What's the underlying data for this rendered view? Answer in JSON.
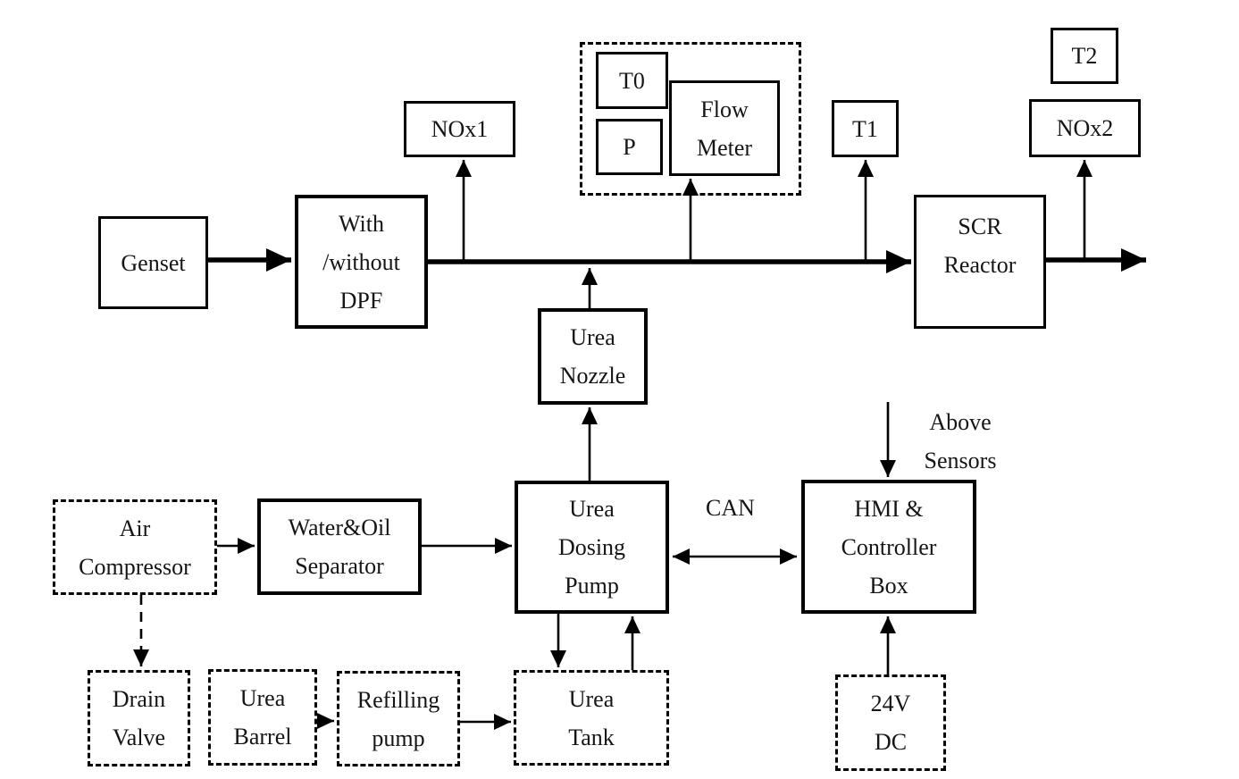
{
  "diagram": {
    "title_hint": "SCR exhaust aftertreatment system block diagram",
    "colors": {
      "line": "#000000",
      "background": "#ffffff",
      "text": "#151515"
    },
    "boxes": {
      "genset": {
        "label": "Genset"
      },
      "dpf": {
        "lines": [
          "With",
          "/without",
          "DPF"
        ]
      },
      "nox1": {
        "label": "NOx1"
      },
      "t0": {
        "label": "T0"
      },
      "p": {
        "label": "P"
      },
      "flow_meter": {
        "lines": [
          "Flow",
          "Meter"
        ]
      },
      "t1": {
        "label": "T1"
      },
      "t2": {
        "label": "T2"
      },
      "nox2": {
        "label": "NOx2"
      },
      "scr": {
        "lines": [
          "SCR",
          "Reactor"
        ]
      },
      "urea_nozzle": {
        "lines": [
          "Urea",
          "Nozzle"
        ]
      },
      "urea_dosing_pump": {
        "lines": [
          "Urea",
          "Dosing",
          "Pump"
        ]
      },
      "hmi": {
        "lines": [
          "HMI &",
          "Controller",
          "Box"
        ]
      },
      "air_compressor": {
        "lines": [
          "Air",
          "Compressor"
        ]
      },
      "separator": {
        "lines": [
          "Water&Oil",
          "Separator"
        ]
      },
      "drain_valve": {
        "lines": [
          "Drain",
          "Valve"
        ]
      },
      "urea_barrel": {
        "lines": [
          "Urea",
          "Barrel"
        ]
      },
      "refilling_pump": {
        "lines": [
          "Refilling",
          "pump"
        ]
      },
      "urea_tank": {
        "lines": [
          "Urea",
          "Tank"
        ]
      },
      "dc_24v": {
        "lines": [
          "24V",
          "DC"
        ]
      }
    },
    "labels": {
      "can": "CAN",
      "above_sensors": {
        "lines": [
          "Above",
          "Sensors"
        ]
      }
    }
  }
}
